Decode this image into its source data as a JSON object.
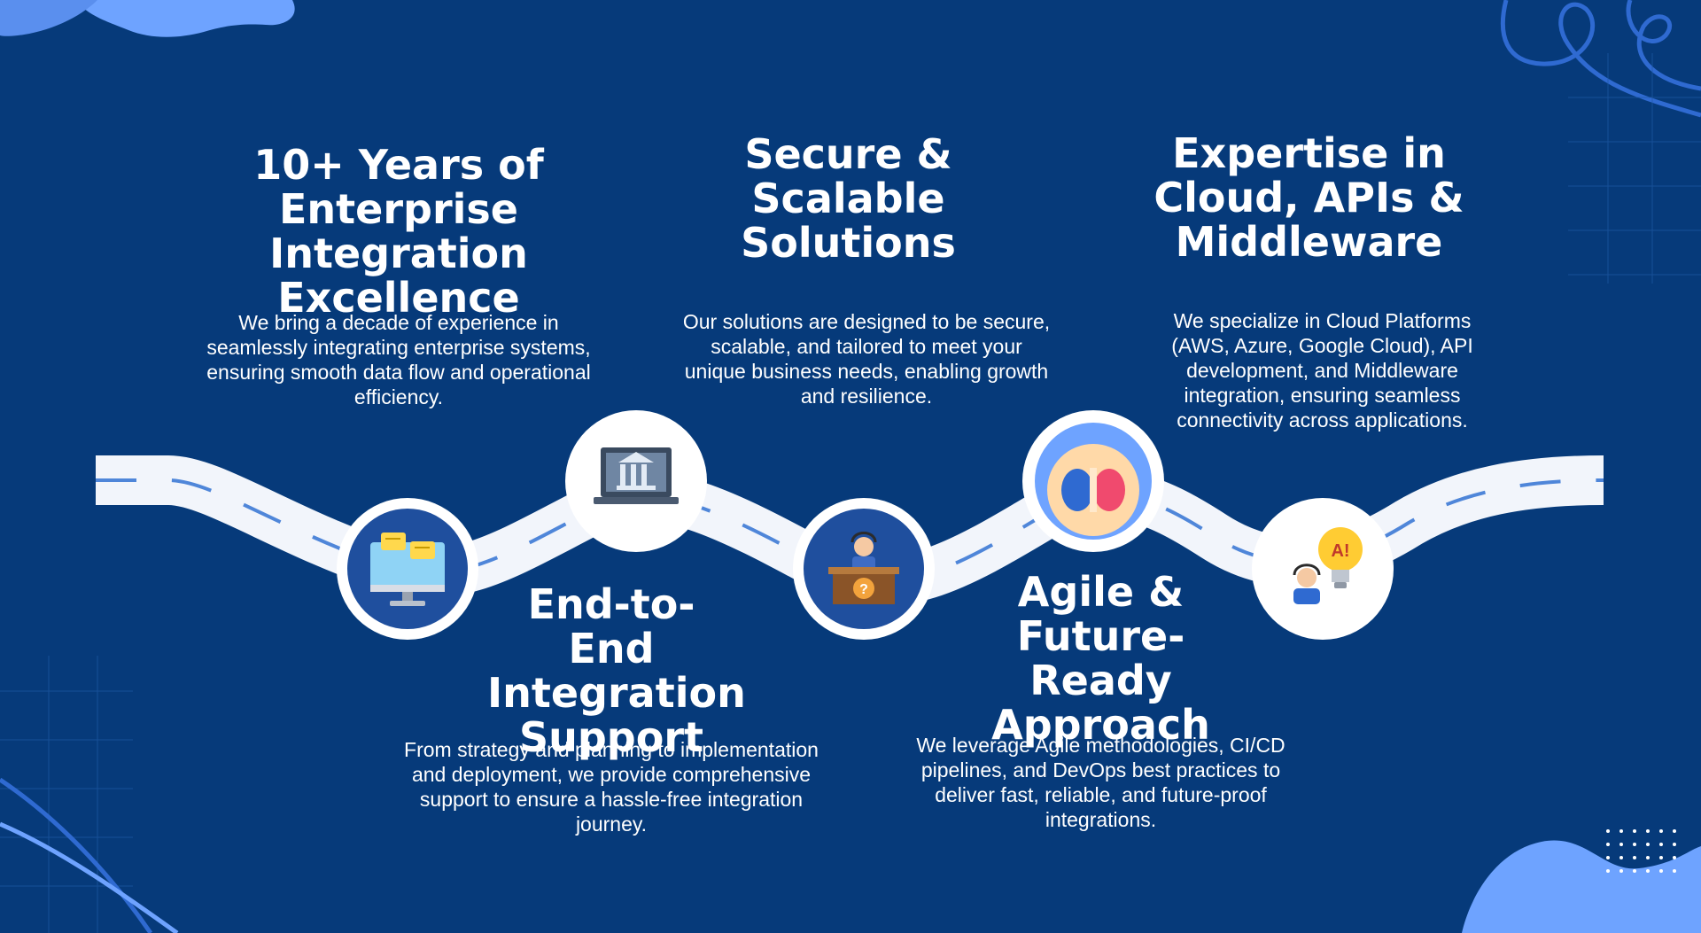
{
  "colors": {
    "background": "#063a7a",
    "road": "#f2f5fb",
    "road_dash": "#4f86d9",
    "accent_light": "#6ea3ff",
    "icon_circle_dark": "#1f4f9e",
    "icon_circle_light": "#ffffff"
  },
  "sections": [
    {
      "title": "10+ Years of Enterprise Integration Excellence",
      "description": "We bring a decade of experience in seamlessly integrating enterprise systems, ensuring smooth data flow and operational efficiency.",
      "icon": "chat-monitor-icon"
    },
    {
      "title": "End-to-End Integration Support",
      "description": "From strategy and planning to implementation and deployment, we provide comprehensive support to ensure a hassle-free integration journey.",
      "icon": "laptop-bank-icon"
    },
    {
      "title": "Secure & Scalable Solutions",
      "description": "Our solutions are designed to be secure, scalable, and tailored to meet your unique business needs, enabling growth and resilience.",
      "icon": "help-desk-icon"
    },
    {
      "title": "Agile & Future-Ready Approach",
      "description": "We leverage Agile methodologies, CI/CD pipelines, and DevOps best practices to deliver fast, reliable, and future-proof integrations.",
      "icon": "brain-icon"
    },
    {
      "title": "Expertise in Cloud, APIs & Middleware",
      "description": "We specialize in Cloud Platforms (AWS, Azure, Google Cloud), API development, and Middleware integration, ensuring seamless connectivity across applications.",
      "icon": "ai-lightbulb-icon"
    }
  ]
}
